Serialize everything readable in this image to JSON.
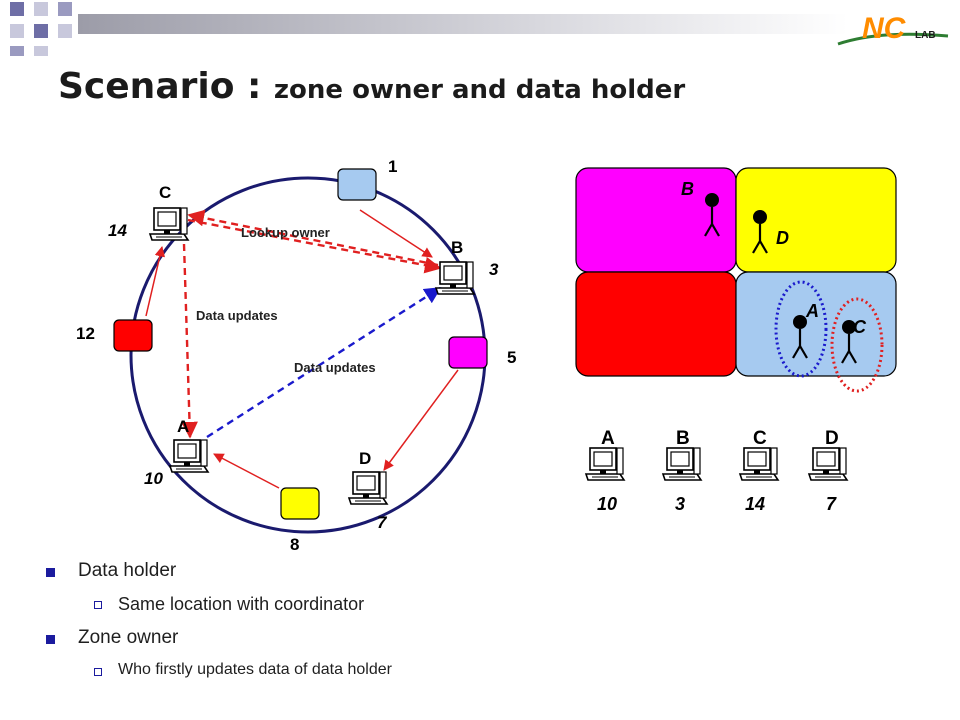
{
  "title": {
    "main": "Scenario : ",
    "sub": "zone owner and data holder"
  },
  "logo": {
    "mark": "NC",
    "lab": "LAB"
  },
  "ring": {
    "nodes": [
      {
        "id": "1",
        "color": "#a6caf0"
      },
      {
        "id": "5",
        "color": "#ff00ff"
      },
      {
        "id": "8",
        "color": "#ffff00"
      },
      {
        "id": "12",
        "color": "#ff0000"
      }
    ],
    "hosts": [
      {
        "name": "C",
        "value": "14"
      },
      {
        "name": "B",
        "value": "3"
      },
      {
        "name": "A",
        "value": "10"
      },
      {
        "name": "D",
        "value": "7"
      }
    ],
    "labels": {
      "lookup_owner": "Lookup owner",
      "data_updates_1": "Data updates",
      "data_updates_2": "Data updates"
    },
    "colors": {
      "ring": "#1a1a6e",
      "red_arrow": "#e02020",
      "blue_arrow": "#1a1acc"
    }
  },
  "zones": {
    "cells": [
      {
        "id": "top-left",
        "color": "#ff00ff"
      },
      {
        "id": "top-right",
        "color": "#ffff00"
      },
      {
        "id": "bottom-left",
        "color": "#ff0000"
      },
      {
        "id": "bottom-right",
        "color": "#a6caf0"
      }
    ],
    "people": [
      "B",
      "D",
      "A",
      "C"
    ]
  },
  "legend_hosts": [
    {
      "name": "A",
      "value": "10"
    },
    {
      "name": "B",
      "value": "3"
    },
    {
      "name": "C",
      "value": "14"
    },
    {
      "name": "D",
      "value": "7"
    }
  ],
  "bullets": [
    {
      "text": "Data holder",
      "sub": [
        "Same location with coordinator"
      ]
    },
    {
      "text": "Zone owner",
      "sub": [
        "Who firstly updates data of data holder"
      ]
    }
  ]
}
